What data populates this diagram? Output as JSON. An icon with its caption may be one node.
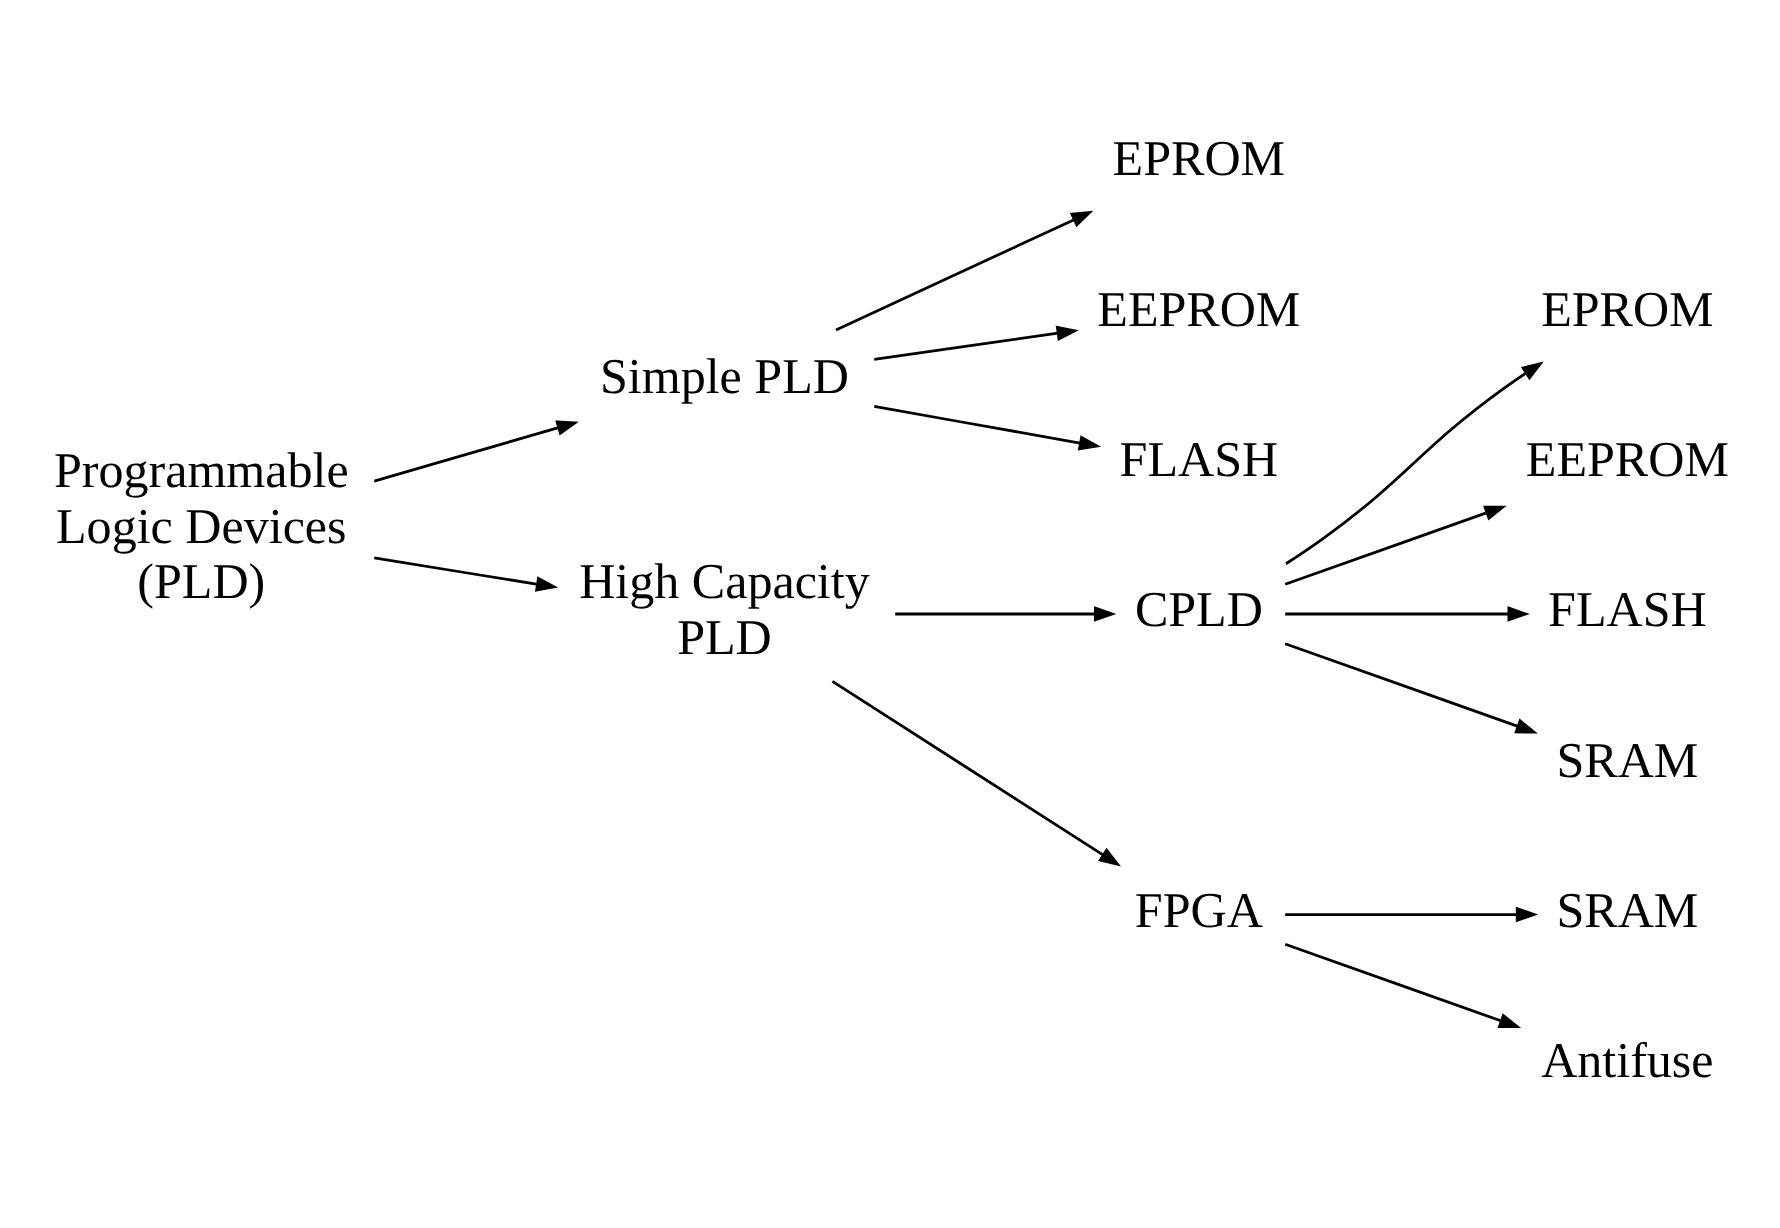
{
  "diagram": {
    "nodes": [
      {
        "text": [
          "Programmable Logic Devices (PLD)"
        ]
      },
      {
        "text": [
          "Simple PLD"
        ]
      },
      {
        "text": [
          "EPROM"
        ]
      },
      {
        "text": [
          "EEPROM"
        ]
      },
      {
        "text": [
          "FLASH"
        ]
      },
      {
        "text": [
          "High Capacity PLD"
        ]
      },
      {
        "text": [
          "CPLD"
        ]
      },
      {
        "text": [
          "EPROM"
        ]
      },
      {
        "text": [
          "EEPROM"
        ]
      },
      {
        "text": [
          "FLASH"
        ]
      },
      {
        "text": [
          "SRAM"
        ]
      },
      {
        "text": [
          "FPGA"
        ]
      },
      {
        "text": [
          "SRAM"
        ]
      },
      {
        "text": [
          "Antifuse"
        ]
      }
    ],
    "edges": [
      {
        "from": 0,
        "to": 1,
        "arrow": "to"
      },
      {
        "from": 1,
        "to": 2,
        "arrow": "to"
      },
      {
        "from": 1,
        "to": 3,
        "arrow": "to"
      },
      {
        "from": 1,
        "to": 4,
        "arrow": "to"
      },
      {
        "from": 0,
        "to": 5,
        "arrow": "to"
      },
      {
        "from": 5,
        "to": 6,
        "arrow": "to"
      },
      {
        "from": 6,
        "to": 7,
        "arrow": "to"
      },
      {
        "from": 6,
        "to": 8,
        "arrow": "to"
      },
      {
        "from": 6,
        "to": 9,
        "arrow": "to"
      },
      {
        "from": 6,
        "to": 10,
        "arrow": "to"
      },
      {
        "from": 5,
        "to": 11,
        "arrow": "to"
      },
      {
        "from": 11,
        "to": 12,
        "arrow": "to"
      },
      {
        "from": 11,
        "to": 13,
        "arrow": "to"
      }
    ]
  }
}
